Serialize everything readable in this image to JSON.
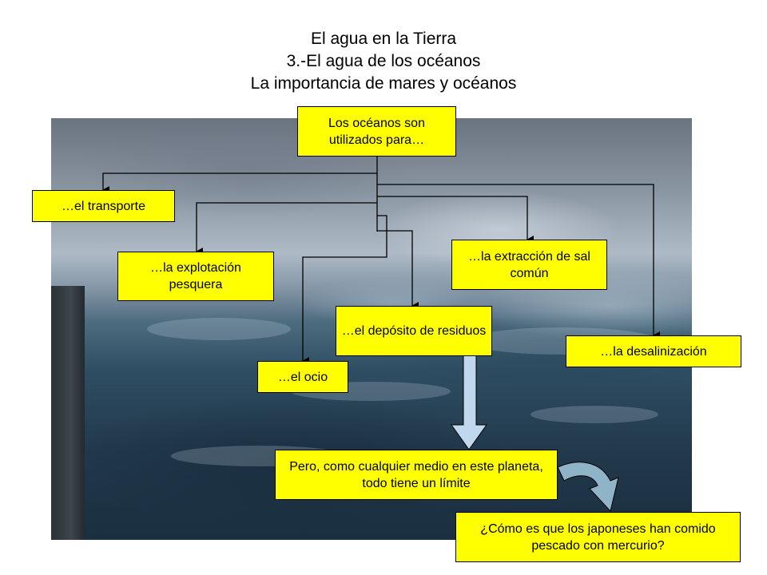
{
  "header": {
    "line1": "El agua en la Tierra",
    "line2": "3.-El agua de los océanos",
    "line3": "La importancia de mares y océanos"
  },
  "diagram": {
    "root": "Los océanos son utilizados para…",
    "uses": {
      "transporte": "…el transporte",
      "pesca": "…la explotación pesquera",
      "ocio": "…el ocio",
      "residuos": "…el depósito de residuos",
      "sal": "…la extracción de sal común",
      "desalinizacion": "…la desalinización"
    },
    "limit": "Pero, como cualquier medio en este planeta, todo tiene un límite",
    "question": "¿Cómo es que los japoneses han comido pescado con mercurio?"
  },
  "colors": {
    "box_fill": "#ffff00",
    "box_border": "#000000",
    "connector": "#000000",
    "big_arrow": "#c0d8ee",
    "curved_arrow": "#8fb4c8"
  }
}
